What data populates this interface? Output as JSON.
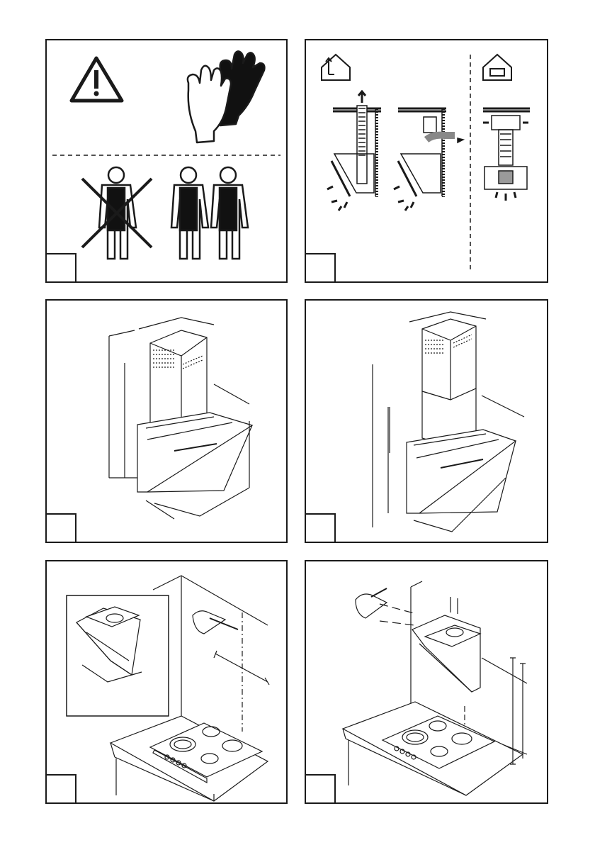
{
  "panels": [
    {
      "id": "safety",
      "number": ""
    },
    {
      "id": "exhaust-modes",
      "number": ""
    },
    {
      "id": "dimensions-short",
      "number": ""
    },
    {
      "id": "dimensions-tall",
      "number": ""
    },
    {
      "id": "marking-wall",
      "number": ""
    },
    {
      "id": "mounting-height",
      "number": ""
    }
  ],
  "colors": {
    "line": "#1a1a1a",
    "fill_dark": "#111111",
    "fill_grey": "#9a9a9a"
  }
}
